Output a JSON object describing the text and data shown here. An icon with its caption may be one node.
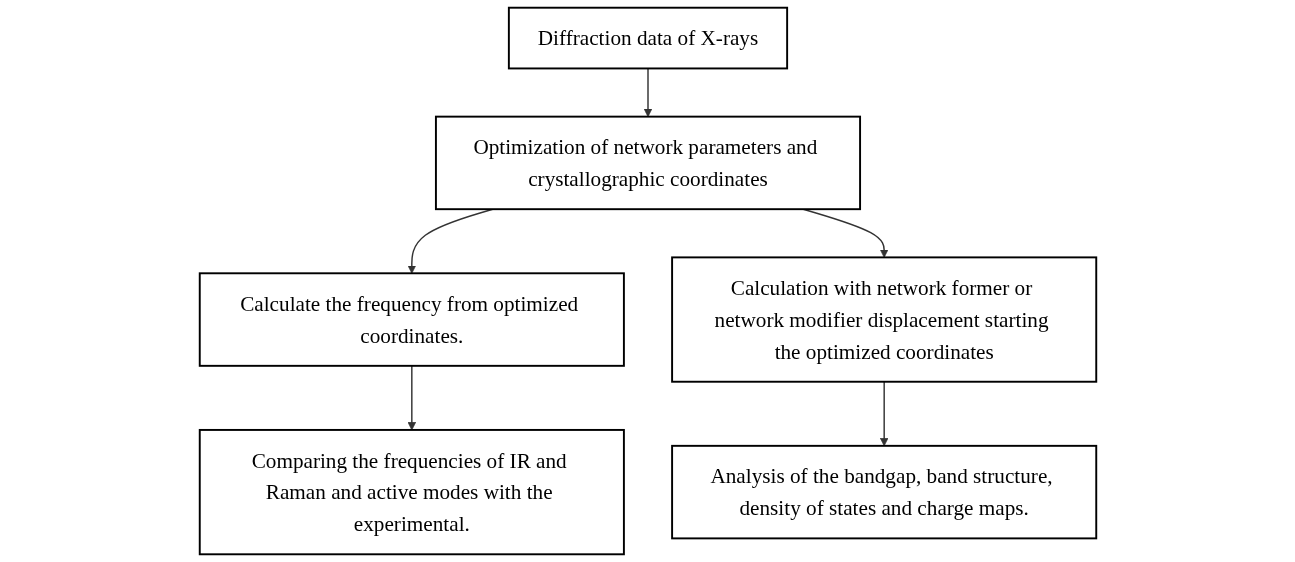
{
  "diagram": {
    "nodes": [
      {
        "text": [
          "Diffraction data of X-rays"
        ]
      },
      {
        "text": [
          "Optimization of network parameters and crystallographic coordinates"
        ]
      },
      {
        "text": [
          "Calculate the frequency from optimized coordinates."
        ]
      },
      {
        "text": [
          "Calculation with network former or network modifier displacement starting the optimized coordinates"
        ]
      },
      {
        "text": [
          "Comparing the frequencies of IR and Raman and active modes with the experimental."
        ]
      },
      {
        "text": [
          "Analysis of the bandgap, band structure, density of states and charge maps."
        ]
      }
    ],
    "edges": [
      {
        "from": 0,
        "to": 1,
        "arrow": "to"
      },
      {
        "from": 1,
        "to": 2,
        "arrow": "to"
      },
      {
        "from": 1,
        "to": 3,
        "arrow": "to"
      },
      {
        "from": 2,
        "to": 4,
        "arrow": "to"
      },
      {
        "from": 3,
        "to": 5,
        "arrow": "to"
      }
    ]
  }
}
